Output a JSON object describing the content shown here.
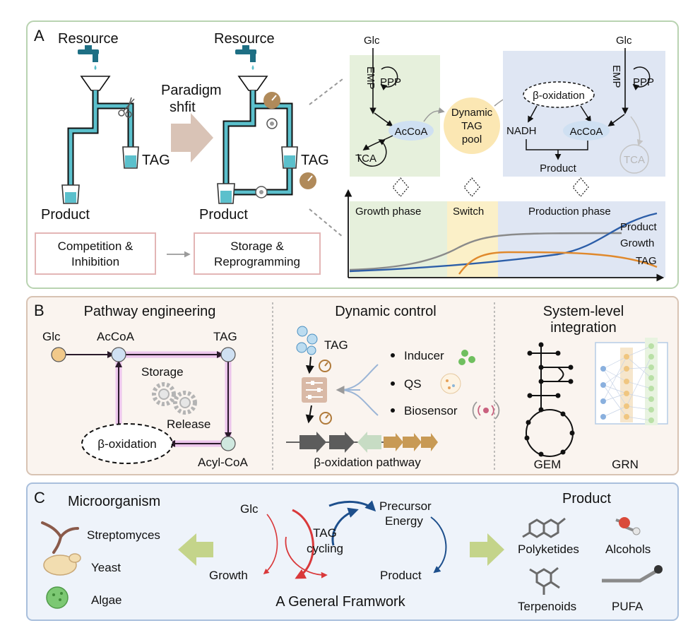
{
  "panel_a": {
    "letter": "A",
    "left_resource": "Resource",
    "right_resource": "Resource",
    "arrow_label_1": "Paradigm",
    "arrow_label_2": "shfit",
    "left_tag": "TAG",
    "right_tag": "TAG",
    "left_product": "Product",
    "right_product": "Product",
    "box_left_1": "Competition &",
    "box_left_2": "Inhibition",
    "box_right_1": "Storage &",
    "box_right_2": "Reprogramming",
    "growth_glc": "Glc",
    "growth_emp": "EMP",
    "growth_ppp": "PPP",
    "growth_acoa": "AcCoA",
    "growth_tca": "TCA",
    "pool_1": "Dynamic",
    "pool_2": "TAG",
    "pool_3": "pool",
    "prod_beta": "β-oxidation",
    "prod_nadh": "NADH",
    "prod_acoa": "AcCoA",
    "prod_product": "Product",
    "prod_glc": "Glc",
    "prod_emp": "EMP",
    "prod_ppp": "PPP",
    "prod_tca": "TCA",
    "phase_growth": "Growth phase",
    "phase_switch": "Switch",
    "phase_production": "Production phase",
    "curve_product": "Product",
    "curve_growth": "Growth",
    "curve_tag": "TAG"
  },
  "panel_b": {
    "letter": "B",
    "title_1": "Pathway engineering",
    "node_glc": "Glc",
    "node_acoa": "AcCoA",
    "node_tag": "TAG",
    "node_acyl": "Acyl-CoA",
    "storage": "Storage",
    "release": "Release",
    "beta": "β-oxidation",
    "title_2": "Dynamic control",
    "tag": "TAG",
    "inducer": "Inducer",
    "qs": "QS",
    "biosensor": "Biosensor",
    "pathway": "β-oxidation pathway",
    "title_3a": "System-level",
    "title_3b": "integration",
    "gem": "GEM",
    "grn": "GRN"
  },
  "panel_c": {
    "letter": "C",
    "micro_title": "Microorganism",
    "streptomyces": "Streptomyces",
    "yeast": "Yeast",
    "algae": "Algae",
    "glc": "Glc",
    "growth": "Growth",
    "tag_1": "TAG",
    "tag_2": "cycling",
    "precursor": "Precursor",
    "energy": "Energy",
    "product": "Product",
    "framework": "A General Framwork",
    "product_title": "Product",
    "polyketides": "Polyketides",
    "alcohols": "Alcohols",
    "terpenoids": "Terpenoids",
    "pufa": "PUFA"
  },
  "colors": {
    "panel_a_border": "#b9d3b1",
    "panel_b_fill": "#faf4ef",
    "panel_b_border": "#d8c3b3",
    "panel_c_fill": "#eef3fa",
    "panel_c_border": "#a9bfdc",
    "pipe": "#5bc0cc",
    "product_curve": "#2c5ea8",
    "growth_curve": "#8a8a8a",
    "tag_curve": "#e0892c",
    "growth_red": "#d9383a",
    "product_blue": "#1d4f8c"
  }
}
